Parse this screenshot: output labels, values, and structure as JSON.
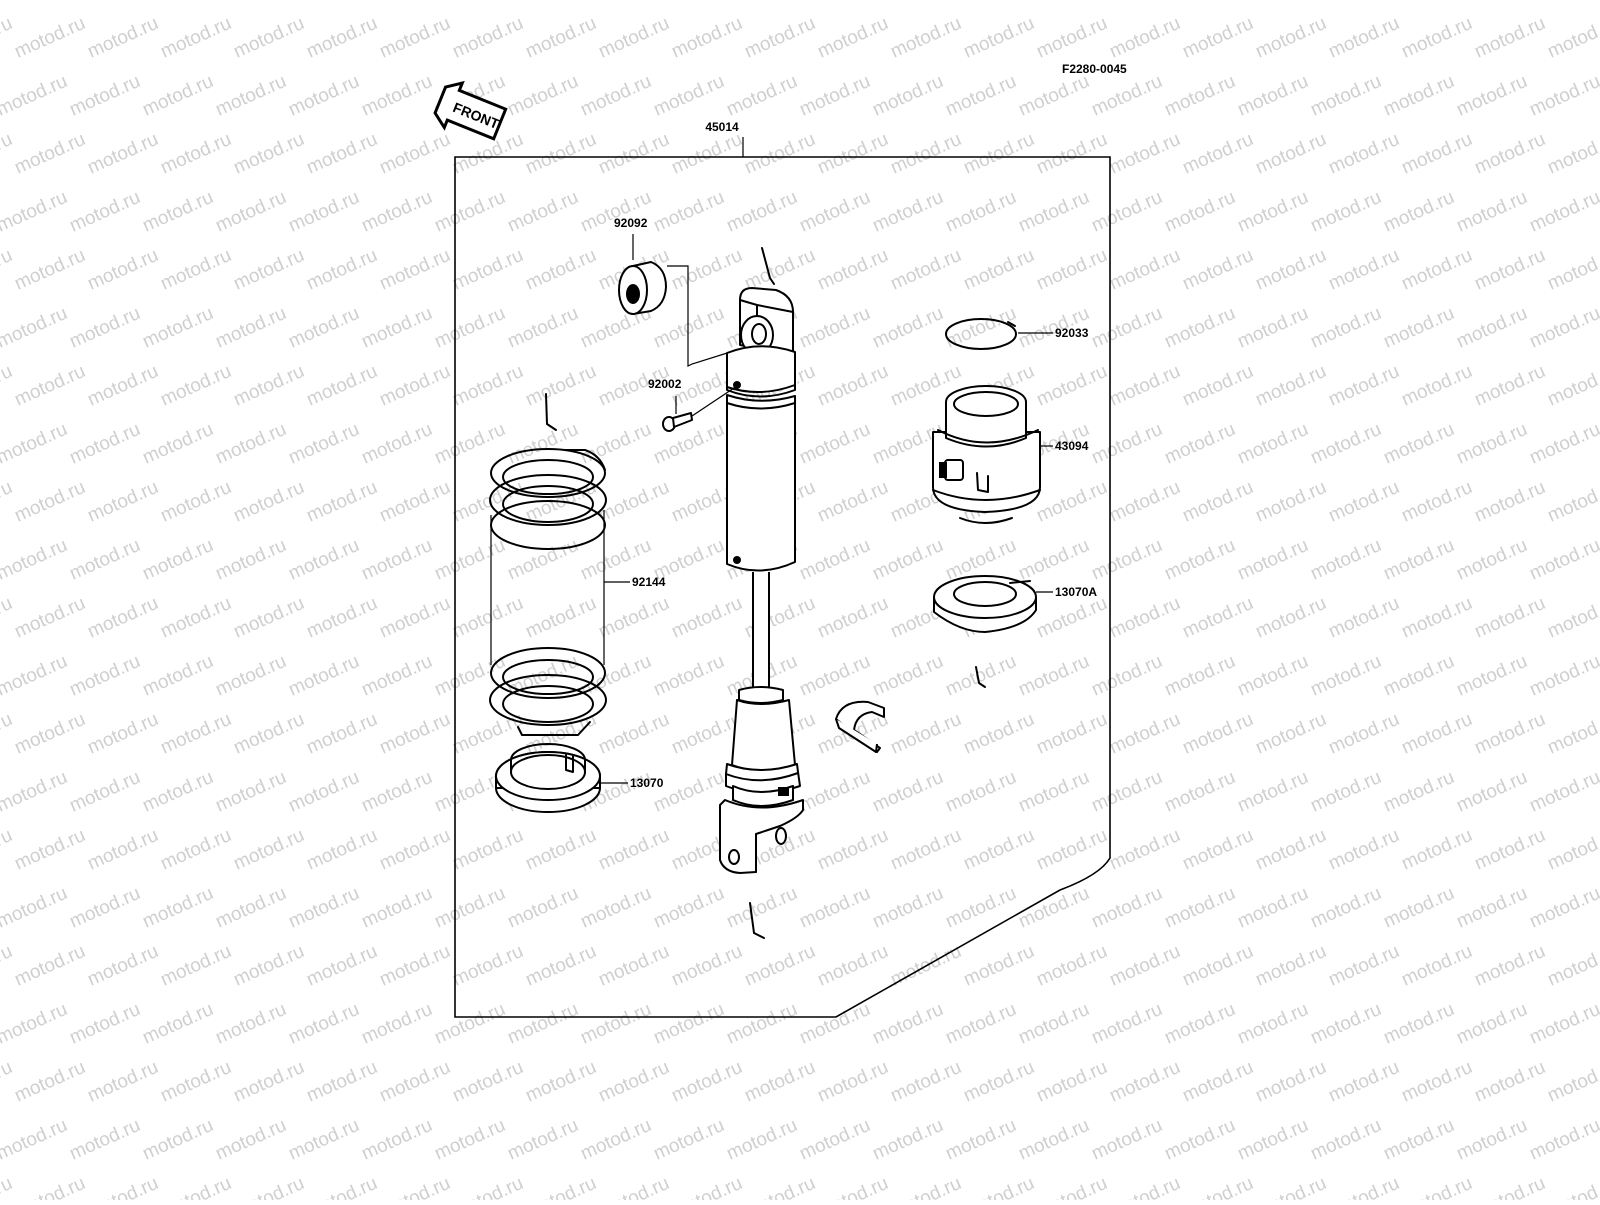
{
  "diagram": {
    "code": "F2280-0045",
    "front_tag": "FRONT",
    "watermark": "motod.ru",
    "parts": {
      "assembly": "45014",
      "bushing": "92092",
      "bolt": "92002",
      "spring": "92144",
      "spring_seat_lower": "13070",
      "circlip": "92033",
      "adjuster": "43094",
      "spring_seat_upper": "13070A"
    }
  }
}
